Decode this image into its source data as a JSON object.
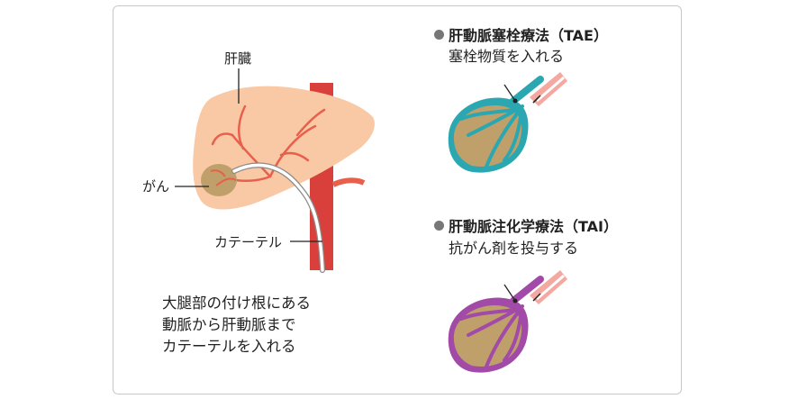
{
  "labels": {
    "liver": "肝臓",
    "cancer": "がん",
    "catheter": "カテーテル"
  },
  "caption": [
    "大腿部の付け根にある",
    "動脈から肝動脈まで",
    "カテーテルを入れる"
  ],
  "methods": [
    {
      "name": "肝動脈塞栓療法（TAE）",
      "description": "塞栓物質を入れる"
    },
    {
      "name": "肝動脈注化学療法（TAI）",
      "description": "抗がん剤を投与する"
    }
  ],
  "colors": {
    "liver": "#f9c9a6",
    "artery": "#e8604c",
    "aorta": "#d9403c",
    "tumor": "#bfa06a",
    "tae_accent": "#2aa7b0",
    "tai_accent": "#a24aa8",
    "bullet": "#777777"
  }
}
